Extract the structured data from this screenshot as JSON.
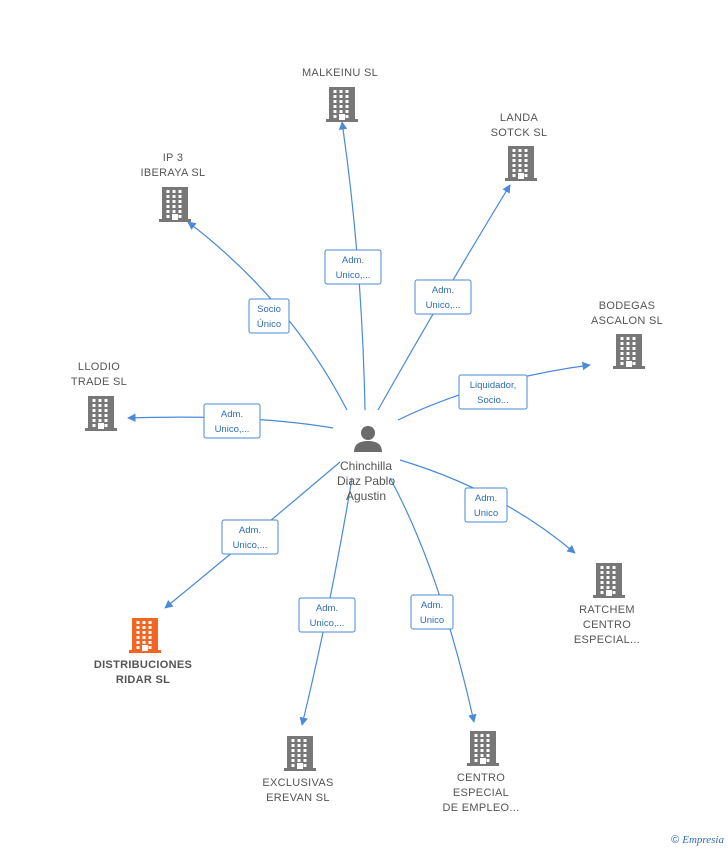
{
  "colors": {
    "edge": "#4a8ad6",
    "building": "#777777",
    "highlight": "#f26522",
    "text": "#555555"
  },
  "person": {
    "name_lines": [
      "Chinchilla",
      "Diaz Pablo",
      "Agustin"
    ],
    "icon": "person-icon"
  },
  "companies": [
    {
      "id": "malkeinu",
      "lines": [
        "MALKEINU  SL"
      ],
      "highlight": false
    },
    {
      "id": "landa",
      "lines": [
        "LANDA",
        "SOTCK  SL"
      ],
      "highlight": false
    },
    {
      "id": "ip3",
      "lines": [
        "IP 3",
        "IBERAYA  SL"
      ],
      "highlight": false
    },
    {
      "id": "bodegas",
      "lines": [
        "BODEGAS",
        "ASCALON  SL"
      ],
      "highlight": false
    },
    {
      "id": "llodio",
      "lines": [
        "LLODIO",
        "TRADE  SL"
      ],
      "highlight": false
    },
    {
      "id": "ratchem",
      "lines": [
        "RATCHEM",
        "CENTRO",
        "ESPECIAL..."
      ],
      "highlight": false
    },
    {
      "id": "distribuciones",
      "lines": [
        "DISTRIBUCIONES",
        "RIDAR  SL"
      ],
      "highlight": true
    },
    {
      "id": "exclusivas",
      "lines": [
        "EXCLUSIVAS",
        "EREVAN  SL"
      ],
      "highlight": false
    },
    {
      "id": "centro",
      "lines": [
        "CENTRO",
        "ESPECIAL",
        "DE EMPLEO..."
      ],
      "highlight": false
    }
  ],
  "relations": [
    {
      "to": "malkeinu",
      "lines": [
        "Adm.",
        "Unico,..."
      ]
    },
    {
      "to": "landa",
      "lines": [
        "Adm.",
        "Unico,..."
      ]
    },
    {
      "to": "ip3",
      "lines": [
        "Socio",
        "Único"
      ]
    },
    {
      "to": "bodegas",
      "lines": [
        "Liquidador,",
        "Socio..."
      ]
    },
    {
      "to": "llodio",
      "lines": [
        "Adm.",
        "Unico,..."
      ]
    },
    {
      "to": "ratchem",
      "lines": [
        "Adm.",
        "Unico"
      ]
    },
    {
      "to": "distribuciones",
      "lines": [
        "Adm.",
        "Unico,..."
      ]
    },
    {
      "to": "exclusivas",
      "lines": [
        "Adm.",
        "Unico,..."
      ]
    },
    {
      "to": "centro",
      "lines": [
        "Adm.",
        "Unico"
      ]
    }
  ],
  "footer": {
    "copyright_symbol": "©",
    "brand": "Empresia"
  }
}
